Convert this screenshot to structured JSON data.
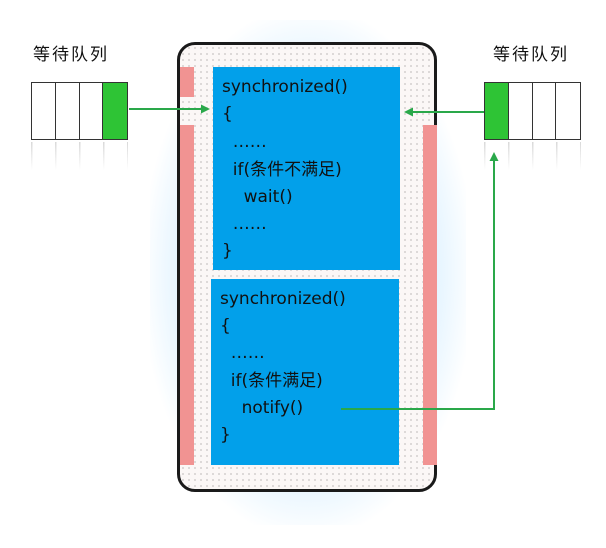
{
  "left_queue": {
    "label": "等待队列",
    "cells": [
      false,
      false,
      false,
      true
    ]
  },
  "right_queue": {
    "label": "等待队列",
    "cells": [
      true,
      false,
      false,
      false
    ]
  },
  "block_wait": {
    "lines": [
      "synchronized()",
      "{",
      "  ……",
      "  if(条件不满足)",
      "    wait()",
      "  ……",
      "}"
    ]
  },
  "block_notify": {
    "lines": [
      "synchronized()",
      "{",
      "  ……",
      "  if(条件满足)",
      "    notify()",
      "}"
    ]
  },
  "colors": {
    "accent_green": "#2ec435",
    "arrow_green": "#2aa84a",
    "code_block_blue": "#02a0ea",
    "side_bar_pink": "#f19392"
  }
}
